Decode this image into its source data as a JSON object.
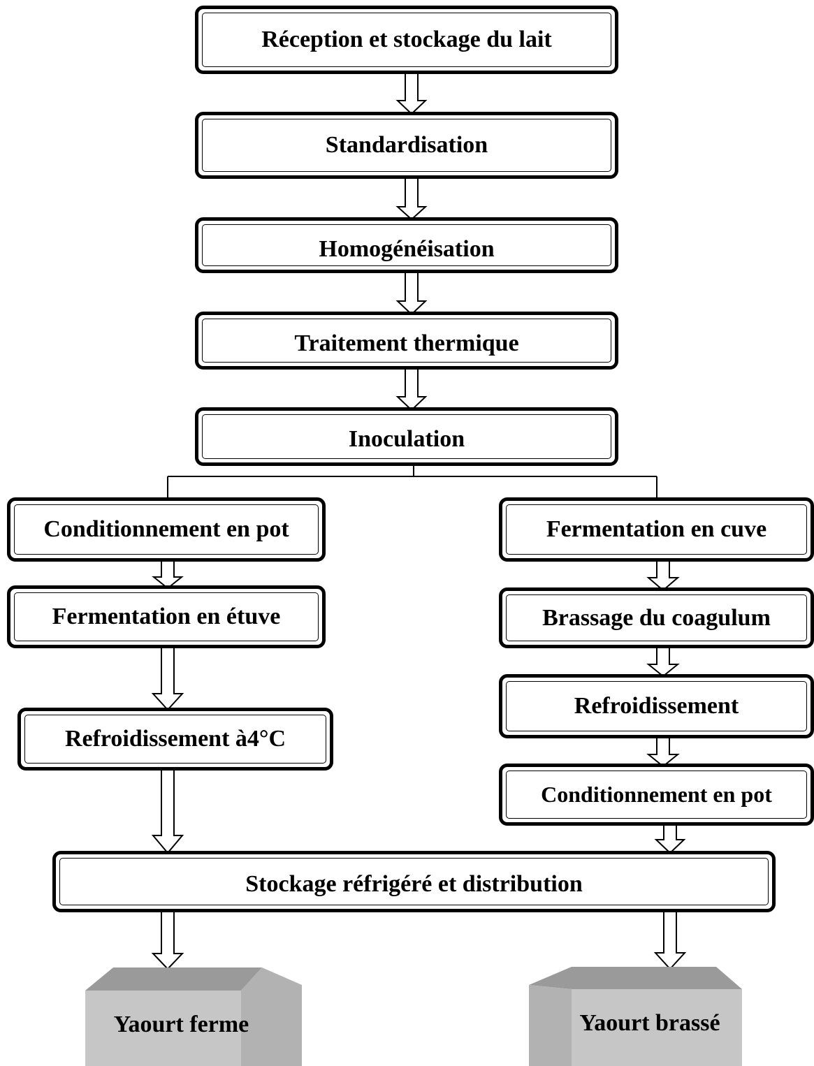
{
  "steps": {
    "reception": "Réception et stockage du lait",
    "standardisation": "Standardisation",
    "homogeneisation": "Homogénéisation",
    "traitement": "Traitement thermique",
    "inoculation": "Inoculation",
    "left_conditionnement": "Conditionnement en pot",
    "left_fermentation": "Fermentation en étuve",
    "left_refroidissement": "Refroidissement à4°C",
    "right_fermentation": "Fermentation en cuve",
    "right_brassage": "Brassage du coagulum",
    "right_refroidissement": "Refroidissement",
    "right_conditionnement": "Conditionnement en pot",
    "stockage": "Stockage réfrigéré et distribution"
  },
  "products": {
    "ferme": "Yaourt ferme",
    "brasse": "Yaourt brassé"
  },
  "colors": {
    "box_border": "#000000",
    "product_front": "#c6c6c6",
    "product_top": "#9a9a9a",
    "product_side": "#b0b0b0"
  }
}
